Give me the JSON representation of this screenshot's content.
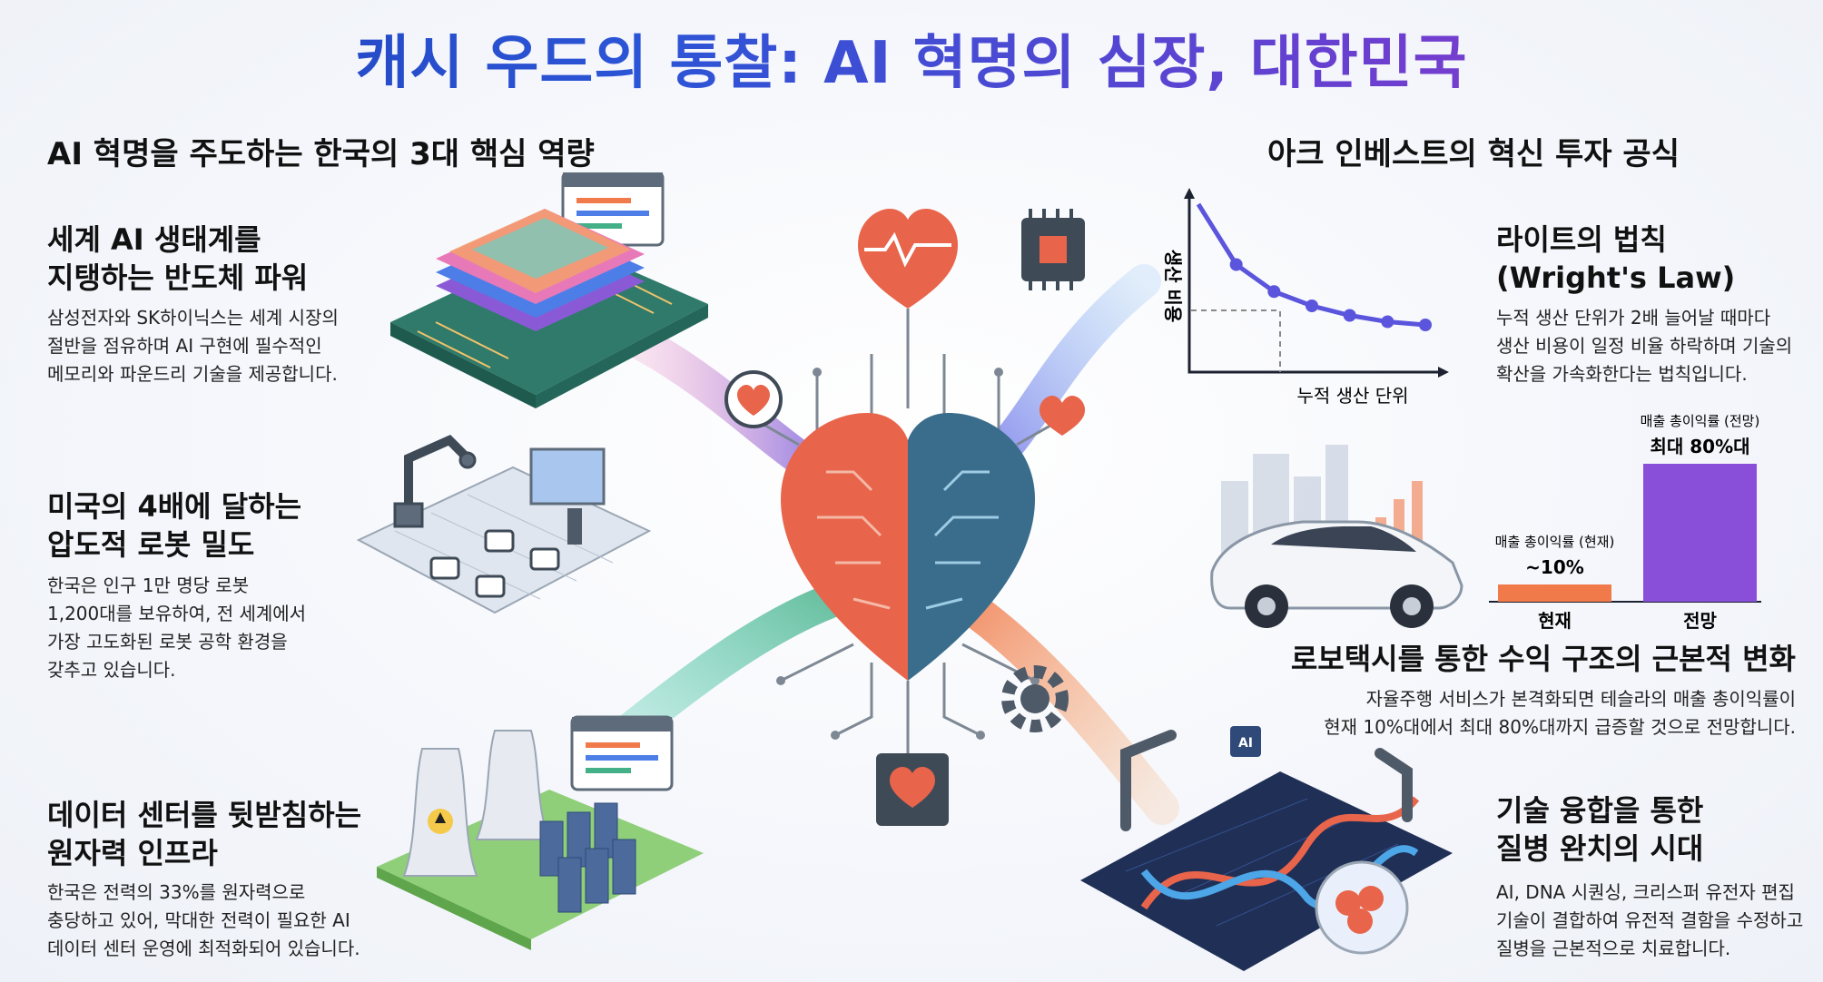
{
  "title": "캐시 우드의 통찰: AI 혁명의 심장, 대한민국",
  "left_heading": "AI 혁명을 주도하는 한국의 3대 핵심 역량",
  "right_heading": "아크 인베스트의 혁신 투자 공식",
  "left_items": [
    {
      "title": "세계 AI 생태계를\n지탱하는 반도체 파워",
      "body": "삼성전자와 SK하이닉스는 세계 시장의\n절반을 점유하며 AI 구현에 필수적인\n메모리와 파운드리 기술을 제공합니다.",
      "icon": "semiconductor-chip-icon"
    },
    {
      "title": "미국의 4배에 달하는\n압도적 로봇 밀도",
      "body": "한국은 인구 1만 명당 로봇\n1,200대를 보유하여, 전 세계에서\n가장 고도화된 로봇 공학 환경을\n갖추고 있습니다.",
      "icon": "robot-factory-icon"
    },
    {
      "title": "데이터 센터를 뒷받침하는\n원자력 인프라",
      "body": "한국은 전력의 33%를 원자력으로\n충당하고 있어, 막대한 전력이 필요한 AI\n데이터 센터 운영에 최적화되어 있습니다.",
      "icon": "nuclear-datacenter-icon"
    }
  ],
  "right_items": [
    {
      "title": "라이트의 법칙\n(Wright's Law)",
      "body": "누적 생산 단위가 2배 늘어날 때마다\n생산 비용이 일정 비율 하락하며 기술의\n확산을 가속화한다는 법칙입니다.",
      "icon": "cost-curve-icon"
    },
    {
      "title": "로보택시를 통한 수익 구조의 근본적 변화",
      "body": "자율주행 서비스가 본격화되면 테슬라의 매출 총이익률이\n현재 10%대에서 최대 80%대까지 급증할 것으로 전망합니다.",
      "icon": "robotaxi-car-icon"
    },
    {
      "title": "기술 융합을 통한\n질병 완치의 시대",
      "body": "AI, DNA 시퀀싱, 크리스퍼 유전자 편집\n기술이 결합하여 유전적 결함을 수정하고\n질병을 근본적으로 치료합니다.",
      "icon": "dna-robot-icon"
    }
  ],
  "wright_chart": {
    "type": "line",
    "ylabel": "생산 비용",
    "xlabel": "누적 생산 단위",
    "x": [
      1,
      2,
      3,
      4,
      5,
      6,
      7
    ],
    "y": [
      100,
      62,
      45,
      36,
      30,
      26,
      24
    ]
  },
  "margin_chart": {
    "type": "bar",
    "categories": [
      "현재",
      "전망"
    ],
    "values": [
      10,
      80
    ],
    "ylim": [
      0,
      100
    ],
    "annotations": [
      {
        "label": "매출 총이익률 (현재)",
        "value_text": "~10%"
      },
      {
        "label": "매출 총이익률 (전망)",
        "value_text": "최대 80%대"
      }
    ],
    "colors": [
      "#f07a4a",
      "#8a4fd8"
    ]
  },
  "colors": {
    "title_start": "#1f3fb8",
    "title_end": "#9b3bc8",
    "heart_left": "#e8644a",
    "heart_right": "#3a6d8c",
    "circuit": "#7d8894"
  }
}
